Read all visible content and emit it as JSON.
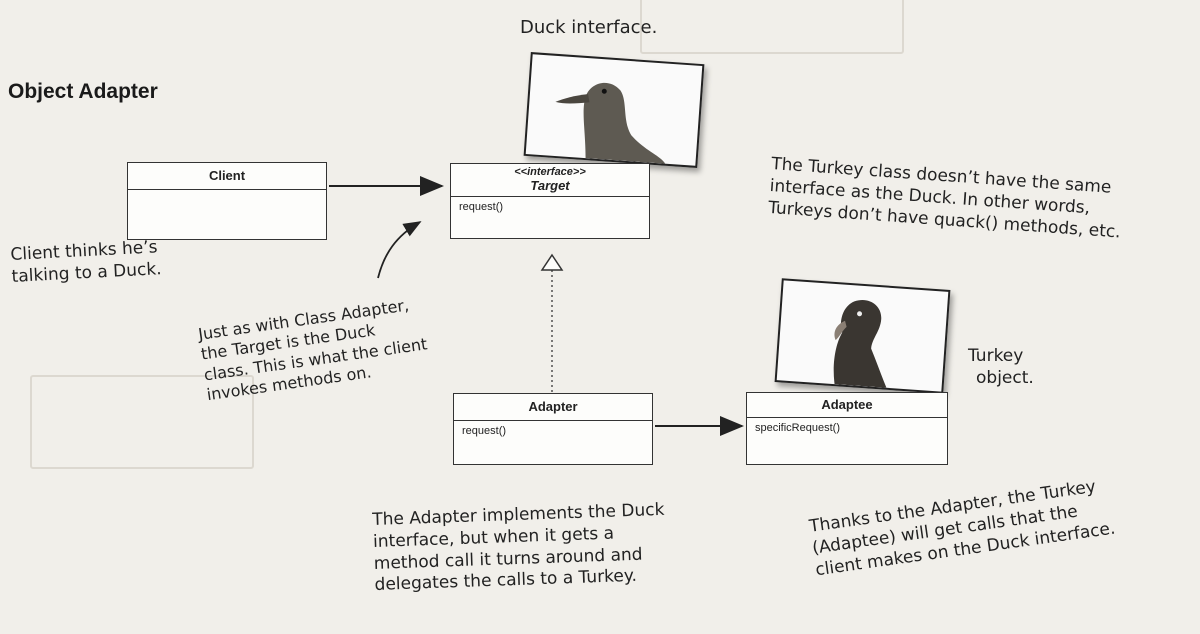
{
  "section_title": "Object Adapter",
  "annotations": {
    "duck_interface": "Duck interface.",
    "turkey_class": [
      "The Turkey class doesn’t have the same",
      "interface as the Duck. In other words,",
      "Turkeys don’t have quack() methods, etc."
    ],
    "client_thinks": [
      "Client thinks he’s",
      "talking to a Duck."
    ],
    "target_note": [
      "Just as with Class Adapter,",
      "the Target is the Duck",
      "class. This is what the client",
      "invokes methods on."
    ],
    "turkey_object": [
      "Turkey",
      "object."
    ],
    "adapter_note": [
      "The Adapter implements the Duck",
      "interface, but when it gets a",
      "method call it turns around and",
      "delegates the calls to a Turkey."
    ],
    "adaptee_note": [
      "Thanks to the Adapter, the Turkey",
      "(Adaptee) will get calls that the",
      "client makes on the Duck interface."
    ]
  },
  "uml": {
    "client": {
      "name": "Client"
    },
    "target": {
      "stereotype": "<<interface>>",
      "name": "Target",
      "operation": "request()"
    },
    "adapter": {
      "name": "Adapter",
      "operation": "request()"
    },
    "adaptee": {
      "name": "Adaptee",
      "operation": "specificRequest()"
    }
  }
}
